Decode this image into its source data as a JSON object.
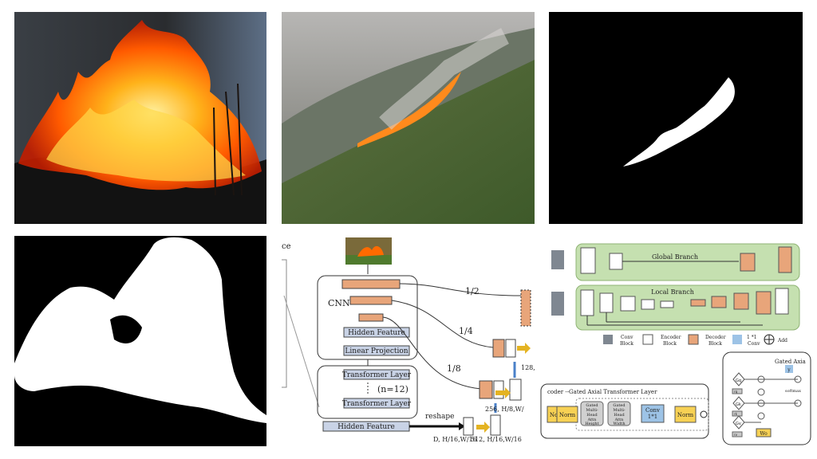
{
  "transunet": {
    "crop_letters": "ce",
    "cnn_label": "CNN",
    "hidden_feature_label": "Hidden Feature",
    "linear_projection_label": "Linear Projection",
    "transformer_layer_label": "Transformer Layer",
    "n_label": "(n=12)",
    "hidden_feature_bottom_label": "Hidden Feature",
    "reshape_label": "reshape",
    "scale_half": "1/2",
    "scale_quarter": "1/4",
    "scale_eighth": "1/8",
    "dim_128": "128,",
    "dim_256": "256, H/8,W/",
    "dim_512": "512, H/16,W/16",
    "dim_d": "D, H/16,W/16"
  },
  "dual_branch": {
    "global_branch_label": "Global Branch",
    "local_branch_label": "Local Branch",
    "legend": {
      "conv_block": [
        "Conv",
        "Block"
      ],
      "encoder_block": [
        "Encoder",
        "Block"
      ],
      "decoder_block": [
        "Decoder",
        "Block"
      ],
      "conv1x1": [
        "1 *1",
        "Conv"
      ],
      "add": "Add"
    },
    "gated_title": "Gated Axia",
    "encoder_layer_title": "coder --Gated Axial Transformer Layer",
    "norm_label": "Norm",
    "norm2_label": "Norm",
    "norm_left_label": "Norm",
    "height_block": [
      "Gated",
      "Multi-",
      "Head",
      "Attn",
      "Height"
    ],
    "width_block": [
      "Gated",
      "Multi-",
      "Head",
      "Attn",
      "Width"
    ],
    "conv_block_label": [
      "Conv",
      "1*1"
    ],
    "softmax_label": "softmax",
    "y_label": "y",
    "w_label": "Wo",
    "r_labels": [
      "rq",
      "rk",
      "rv"
    ],
    "g_labels": [
      "Gq",
      "Gk",
      "Gv"
    ]
  }
}
